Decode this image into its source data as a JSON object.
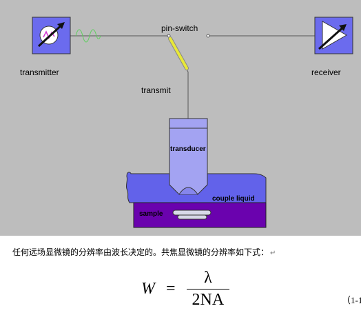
{
  "diagram": {
    "labels": {
      "transmitter": "transmitter",
      "receiver": "receiver",
      "pin_switch": "pin-switch",
      "transmit": "transmit",
      "transducer": "transducer",
      "couple_liquid": "couple liquid",
      "sample": "sample"
    },
    "colors": {
      "background": "#bdbdbd",
      "device_box": "#6b6bee",
      "transducer": "#a3a3f2",
      "couple_liquid": "#6262ea",
      "sample": "#6a02ae",
      "switch_blade": "#e8e838",
      "wave": "#5ccf5c"
    }
  },
  "text": {
    "caption": "任何远场显微镜的分辨率由波长决定的。共焦显微镜的分辨率如下式：",
    "caption_mark": "↵",
    "formula": {
      "lhs": "W",
      "equals": "=",
      "numerator": "λ",
      "denominator": "2NA"
    },
    "equation_number": "（1-1"
  }
}
